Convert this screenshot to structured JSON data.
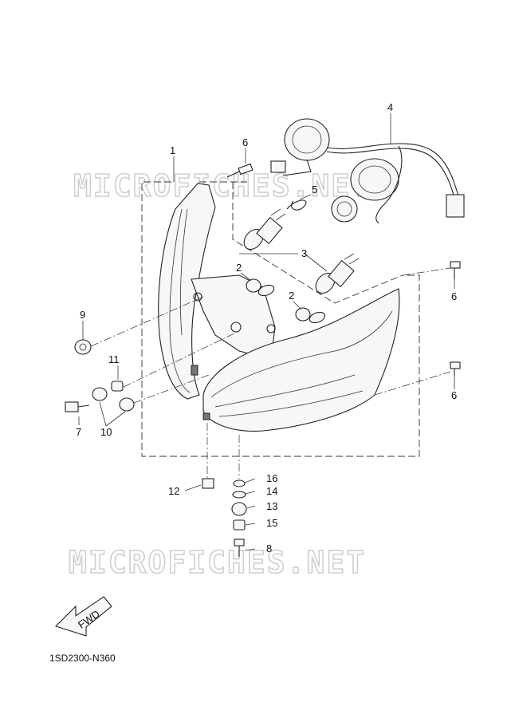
{
  "watermark": {
    "top": "MICROFICHES.NET",
    "bottom": "MICROFICHES.NET"
  },
  "callouts": {
    "c1": "1",
    "c2a": "2",
    "c2b": "2",
    "c3": "3",
    "c4": "4",
    "c5": "5",
    "c6a": "6",
    "c6b": "6",
    "c6c": "6",
    "c7": "7",
    "c8": "8",
    "c9": "9",
    "c10": "10",
    "c11": "11",
    "c12": "12",
    "c13": "13",
    "c14": "14",
    "c15": "15",
    "c16": "16"
  },
  "fwd_label": "FWD",
  "diagram_code": "1SD2300-N360"
}
